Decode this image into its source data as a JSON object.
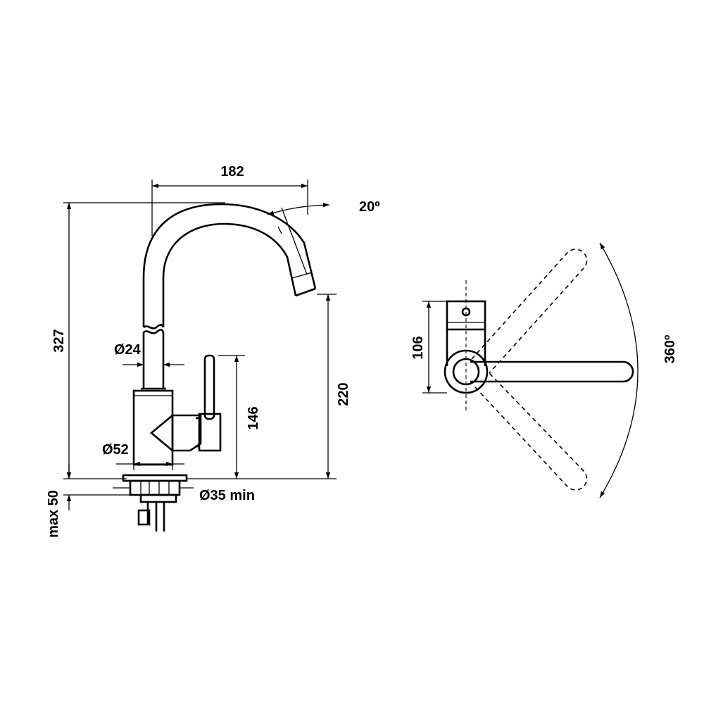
{
  "colors": {
    "line": "#000000",
    "background": "#ffffff"
  },
  "side_view": {
    "dimensions": {
      "spout_reach": "182",
      "spout_angle": "20º",
      "total_height": "327",
      "spout_clearance": "220",
      "lever_height": "146",
      "shank_diameter": "Ø24",
      "base_diameter": "Ø52",
      "hole_diameter": "Ø35 min",
      "deck_thickness": "max 50"
    }
  },
  "top_view": {
    "dimensions": {
      "body_depth": "106",
      "swivel_angle": "360º"
    }
  }
}
